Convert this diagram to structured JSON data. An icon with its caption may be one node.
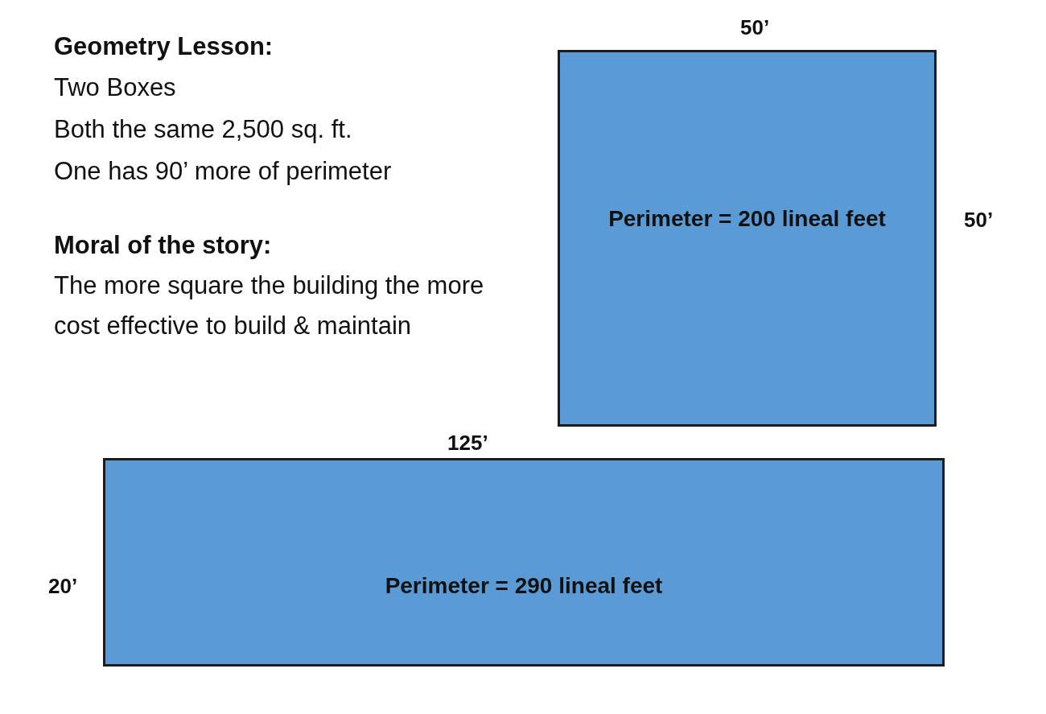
{
  "diagram": {
    "nodes": [
      {
        "text": [
          "Perimeter = 200 lineal feet"
        ]
      },
      {
        "text": [
          "Perimeter = 290 lineal feet"
        ]
      }
    ],
    "labels": [
      "Geometry Lesson:",
      "Two Boxes",
      "Both the same 2,500 sq. ft.",
      "One has 90’ more of perimeter",
      "Moral of the story:",
      "The more square the building the more cost effective to build & maintain",
      "50’",
      "50’",
      "125’",
      "20’"
    ]
  }
}
